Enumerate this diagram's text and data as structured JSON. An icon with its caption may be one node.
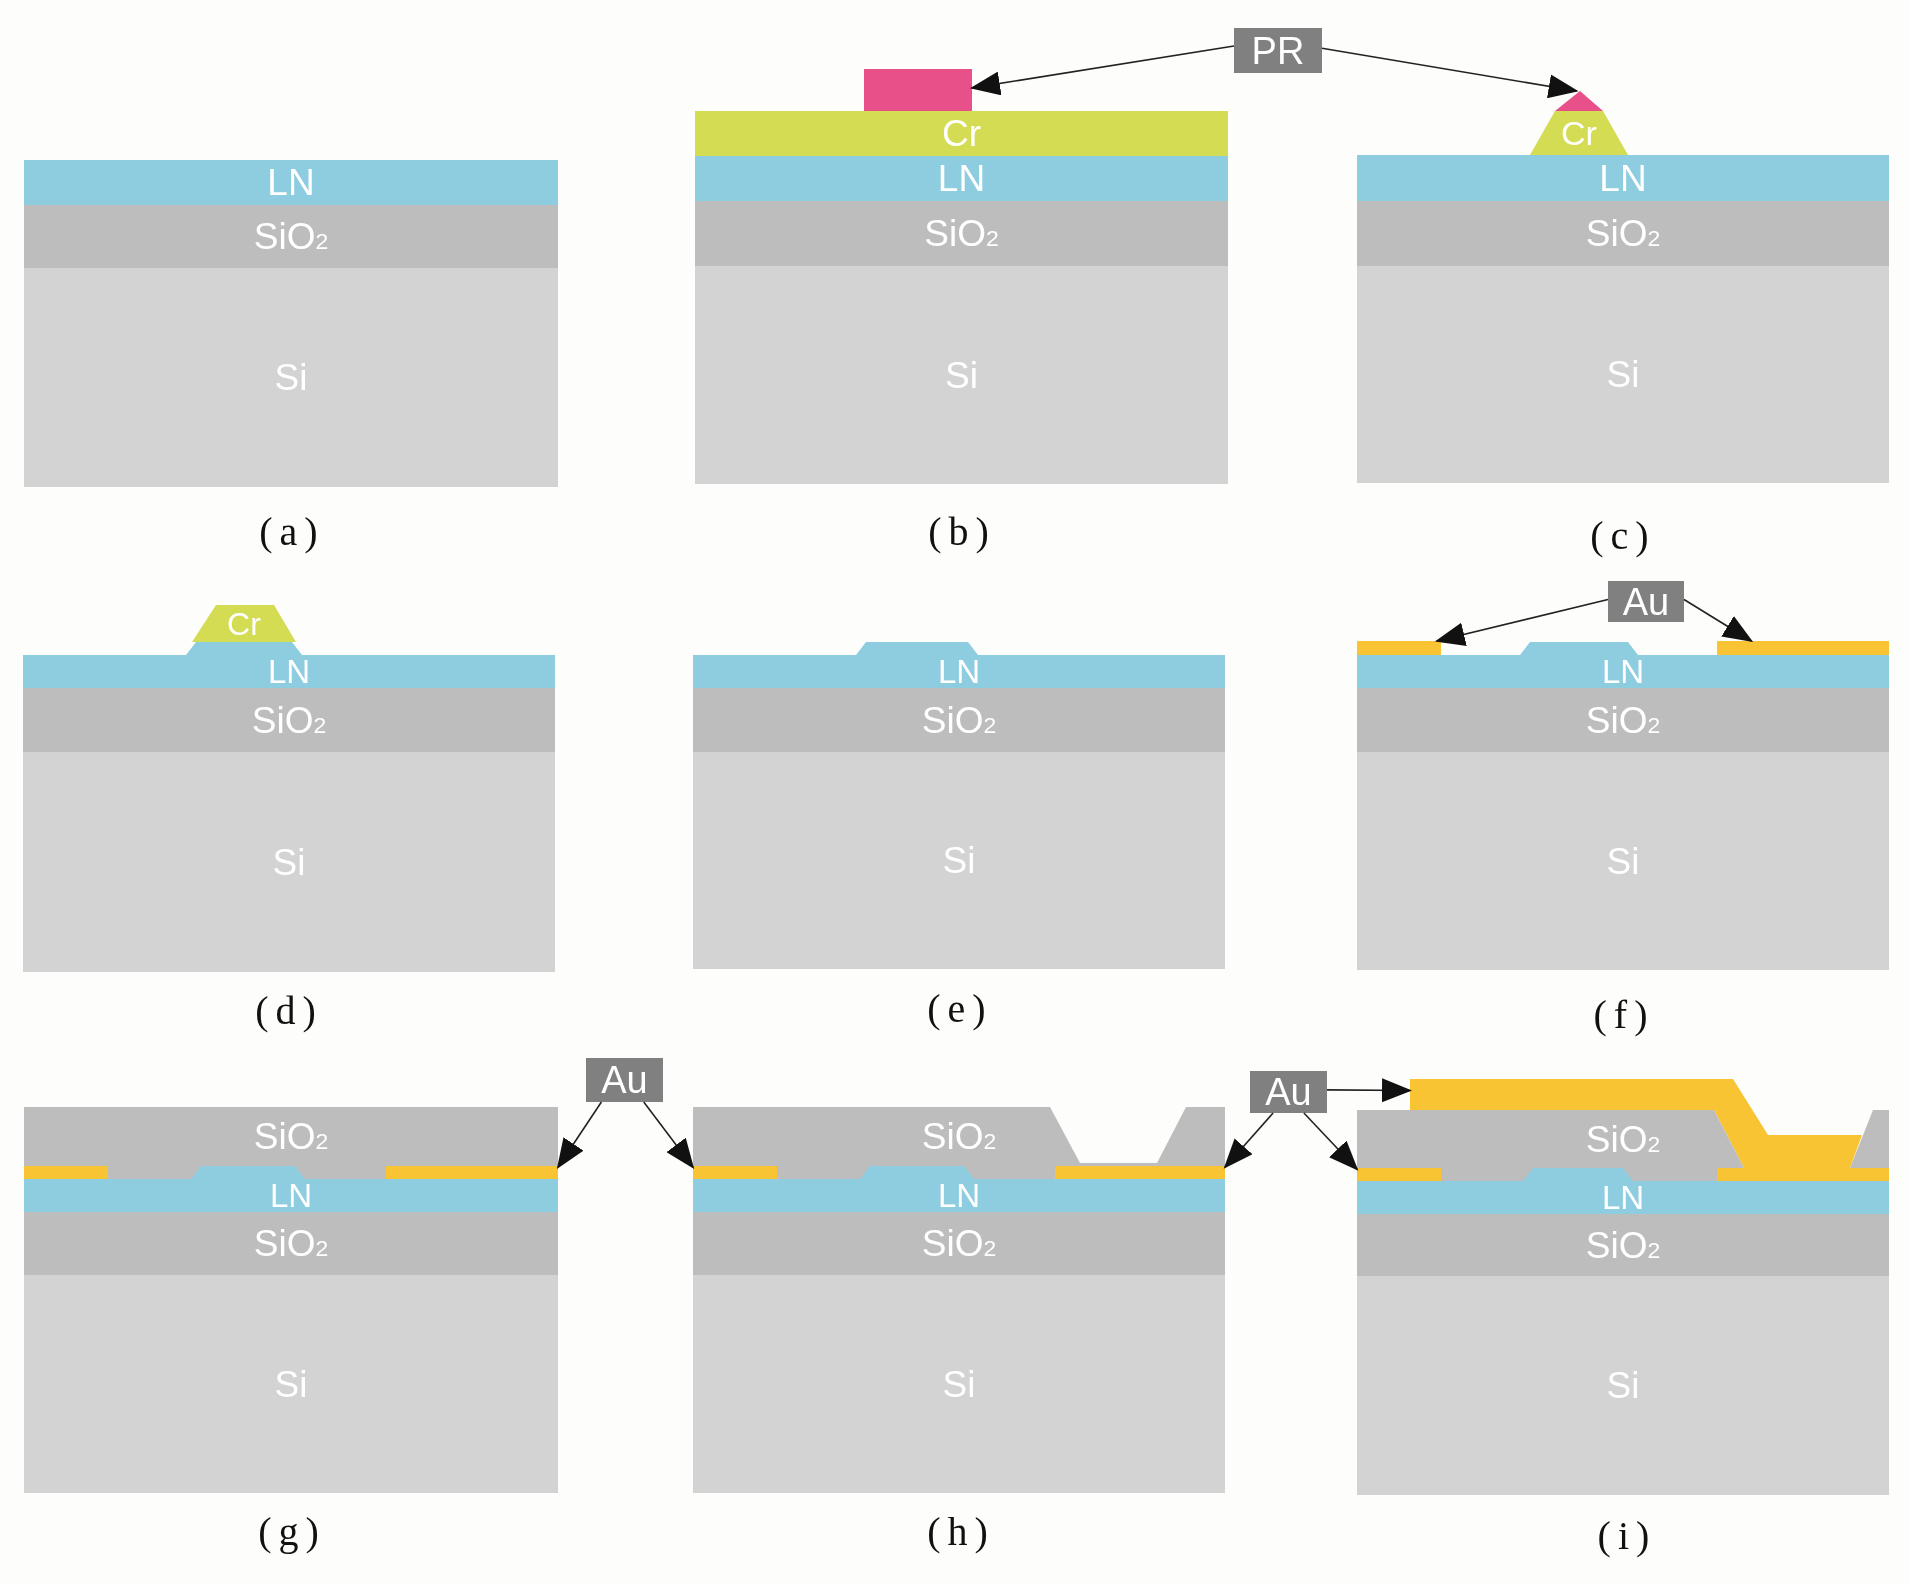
{
  "diagram": {
    "nodes": [
      {
        "text": [
          "LN"
        ]
      },
      {
        "text": [
          "SiO$_{2}$"
        ]
      },
      {
        "text": [
          "Si"
        ]
      },
      {
        "text": [],
        "shape": "box"
      },
      {
        "text": [
          "Cr"
        ]
      },
      {
        "text": [
          "LN"
        ]
      },
      {
        "text": [
          "SiO$_{2}$"
        ]
      },
      {
        "text": [
          "Si"
        ]
      },
      {
        "text": [
          "PR"
        ]
      },
      {
        "text": [],
        "shape": "triangle"
      },
      {
        "text": [
          "Cr"
        ]
      },
      {
        "text": [
          "LN"
        ]
      },
      {
        "text": [
          "SiO$_{2}$"
        ]
      },
      {
        "text": [
          "Si"
        ]
      },
      {
        "text": [
          "Cr"
        ]
      },
      {
        "text": [
          "LN"
        ]
      },
      {
        "text": [
          "SiO$_{2}$"
        ]
      },
      {
        "text": [
          "Si"
        ]
      },
      {
        "text": [
          "LN"
        ]
      },
      {
        "text": [
          "SiO$_{2}$"
        ]
      },
      {
        "text": [
          "Si"
        ]
      },
      {
        "text": [
          "Au"
        ]
      },
      {
        "text": [],
        "shape": "bar"
      },
      {
        "text": [],
        "shape": "bar"
      },
      {
        "text": [
          "LN"
        ]
      },
      {
        "text": [
          "SiO$_{2}$"
        ]
      },
      {
        "text": [
          "Si"
        ]
      },
      {
        "text": [
          "SiO$_{2}$"
        ]
      },
      {
        "text": [],
        "shape": "bar",
        "in": 27
      },
      {
        "text": [],
        "shape": "bar",
        "in": 27
      },
      {
        "text": [
          "LN"
        ]
      },
      {
        "text": [
          "SiO$_{2}$"
        ]
      },
      {
        "text": [
          "Si"
        ]
      },
      {
        "text": [
          "Au"
        ]
      },
      {
        "text": [
          "SiO$_{2}$"
        ]
      },
      {
        "text": [],
        "shape": "bar",
        "in": 34
      },
      {
        "text": [],
        "shape": "bar",
        "in": 34
      },
      {
        "text": [
          "LN"
        ]
      },
      {
        "text": [
          "SiO$_{2}$"
        ]
      },
      {
        "text": [
          "Si"
        ]
      },
      {
        "text": [
          "Au"
        ]
      },
      {
        "text": [],
        "shape": "bar"
      },
      {
        "text": [
          "SiO$_{2}$"
        ]
      },
      {
        "text": [],
        "shape": "bar",
        "in": 42
      },
      {
        "text": [],
        "shape": "bar",
        "in": 42
      },
      {
        "text": [
          "LN"
        ]
      },
      {
        "text": [
          "SiO$_{2}$"
        ]
      },
      {
        "text": [
          "Si"
        ]
      }
    ],
    "edges": [
      {
        "from": 8,
        "to": 3,
        "arrow": "to"
      },
      {
        "from": 8,
        "to": 9,
        "arrow": "to"
      },
      {
        "from": 21,
        "to": 22,
        "arrow": "to"
      },
      {
        "from": 21,
        "to": 23,
        "arrow": "to"
      },
      {
        "from": 33,
        "to": 29,
        "arrow": "to"
      },
      {
        "from": 33,
        "to": 35,
        "arrow": "to"
      },
      {
        "from": 40,
        "to": 36,
        "arrow": "to"
      },
      {
        "from": 40,
        "to": 43,
        "arrow": "to"
      },
      {
        "from": 40,
        "to": 41,
        "arrow": "to"
      }
    ],
    "labels": [
      "(a)",
      "(b)",
      "(c)",
      "(d)",
      "(e)",
      "(f)",
      "(g)",
      "(h)",
      "(i)"
    ]
  }
}
